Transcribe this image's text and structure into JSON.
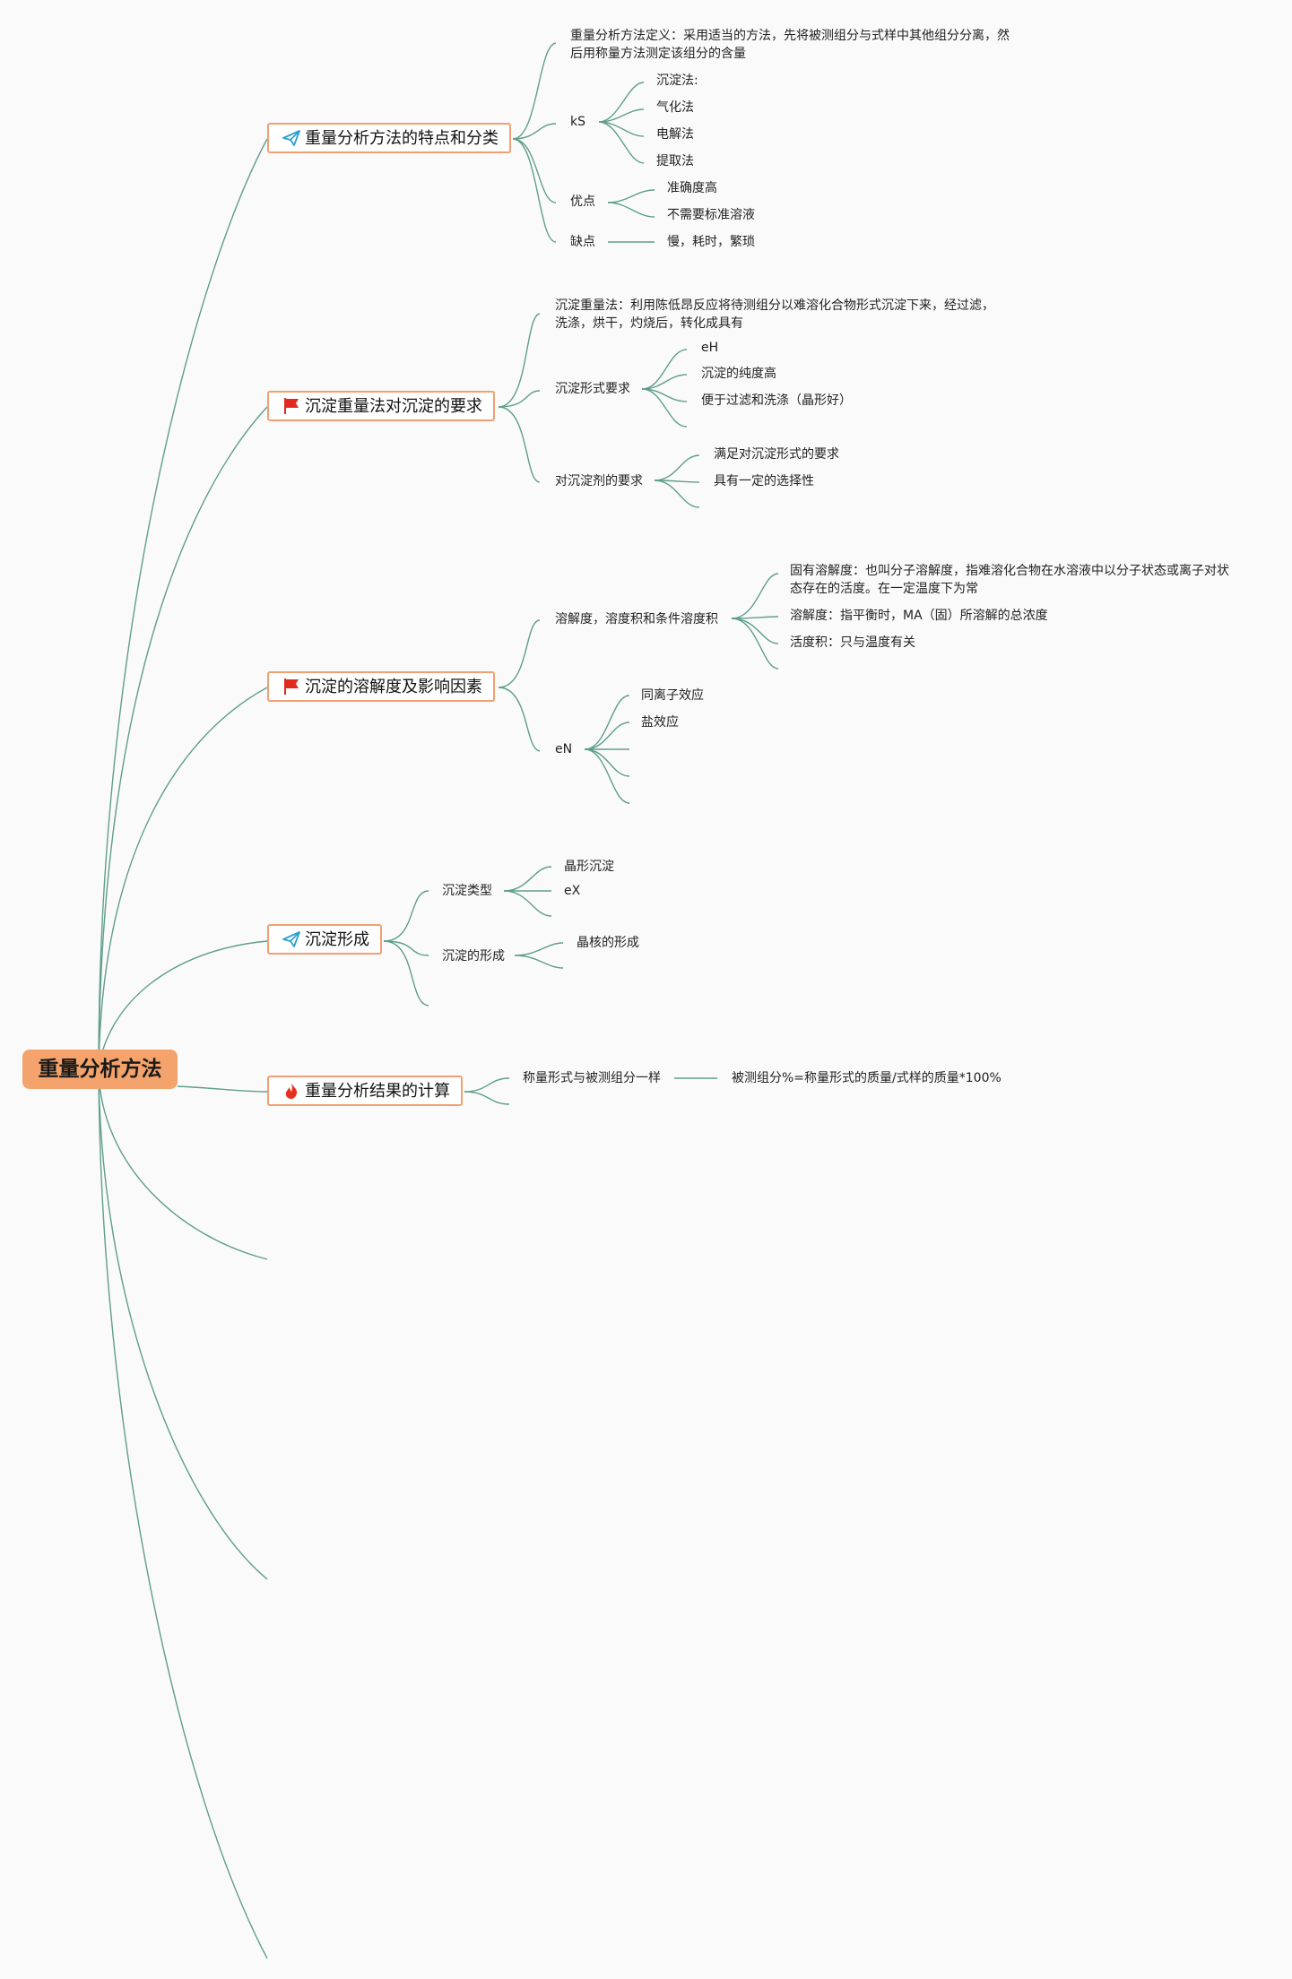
{
  "root": {
    "label": "重量分析方法"
  },
  "branches": [
    {
      "label": "重量分析方法的特点和分类",
      "icon": "paper-plane-icon",
      "children": [
        {
          "label": "重量分析方法定义：采用适当的方法，先将被测组分与式样中其他组分分离，然后用称量方法测定该组分的含量"
        },
        {
          "label": "kS",
          "children": [
            "沉淀法:",
            "气化法",
            "电解法",
            "提取法"
          ]
        },
        {
          "label": "优点",
          "children": [
            "准确度高",
            "不需要标准溶液"
          ]
        },
        {
          "label": "缺点",
          "children": [
            "慢，耗时，繁琐"
          ]
        }
      ]
    },
    {
      "label": "沉淀重量法对沉淀的要求",
      "icon": "red-flag-icon",
      "children": [
        {
          "label": "沉淀重量法：利用陈低昂反应将待测组分以难溶化合物形式沉淀下来，经过滤，洗涤，烘干，灼烧后，转化成具有"
        },
        {
          "label": "沉淀形式要求",
          "children": [
            "eH",
            "沉淀的纯度高",
            "便于过滤和洗涤（晶形好）",
            ""
          ]
        },
        {
          "label": "对沉淀剂的要求",
          "children": [
            "满足对沉淀形式的要求",
            "具有一定的选择性",
            ""
          ]
        }
      ]
    },
    {
      "label": "沉淀的溶解度及影响因素",
      "icon": "red-flag-icon",
      "children": [
        {
          "label": "溶解度，溶度积和条件溶度积",
          "children": [
            "固有溶解度：也叫分子溶解度，指难溶化合物在水溶液中以分子状态或离子对状态存在的活度。在一定温度下为常",
            "溶解度：指平衡时，MA（固）所溶解的总浓度",
            "活度积：只与温度有关",
            ""
          ]
        },
        {
          "label": "eN",
          "children": [
            "同离子效应",
            "盐效应",
            "",
            "",
            ""
          ]
        }
      ]
    },
    {
      "label": "沉淀形成",
      "icon": "paper-plane-icon",
      "children": [
        {
          "label": "沉淀类型",
          "children": [
            "晶形沉淀",
            "eX",
            ""
          ]
        },
        {
          "label": "沉淀的形成",
          "children": [
            "晶核的形成",
            ""
          ]
        },
        {
          "label": ""
        }
      ]
    },
    {
      "label": "重量分析结果的计算",
      "icon": "flame-icon",
      "children": [
        {
          "label": "称量形式与被测组分一样",
          "children": [
            "被测组分%=称量形式的质量/式样的质量*100%"
          ]
        },
        {
          "label": ""
        }
      ]
    }
  ],
  "colors": {
    "root_fill": "#f3a36b",
    "branch_border": "#f0a070",
    "link": "#5f9e8c",
    "background": "#fafafa"
  }
}
